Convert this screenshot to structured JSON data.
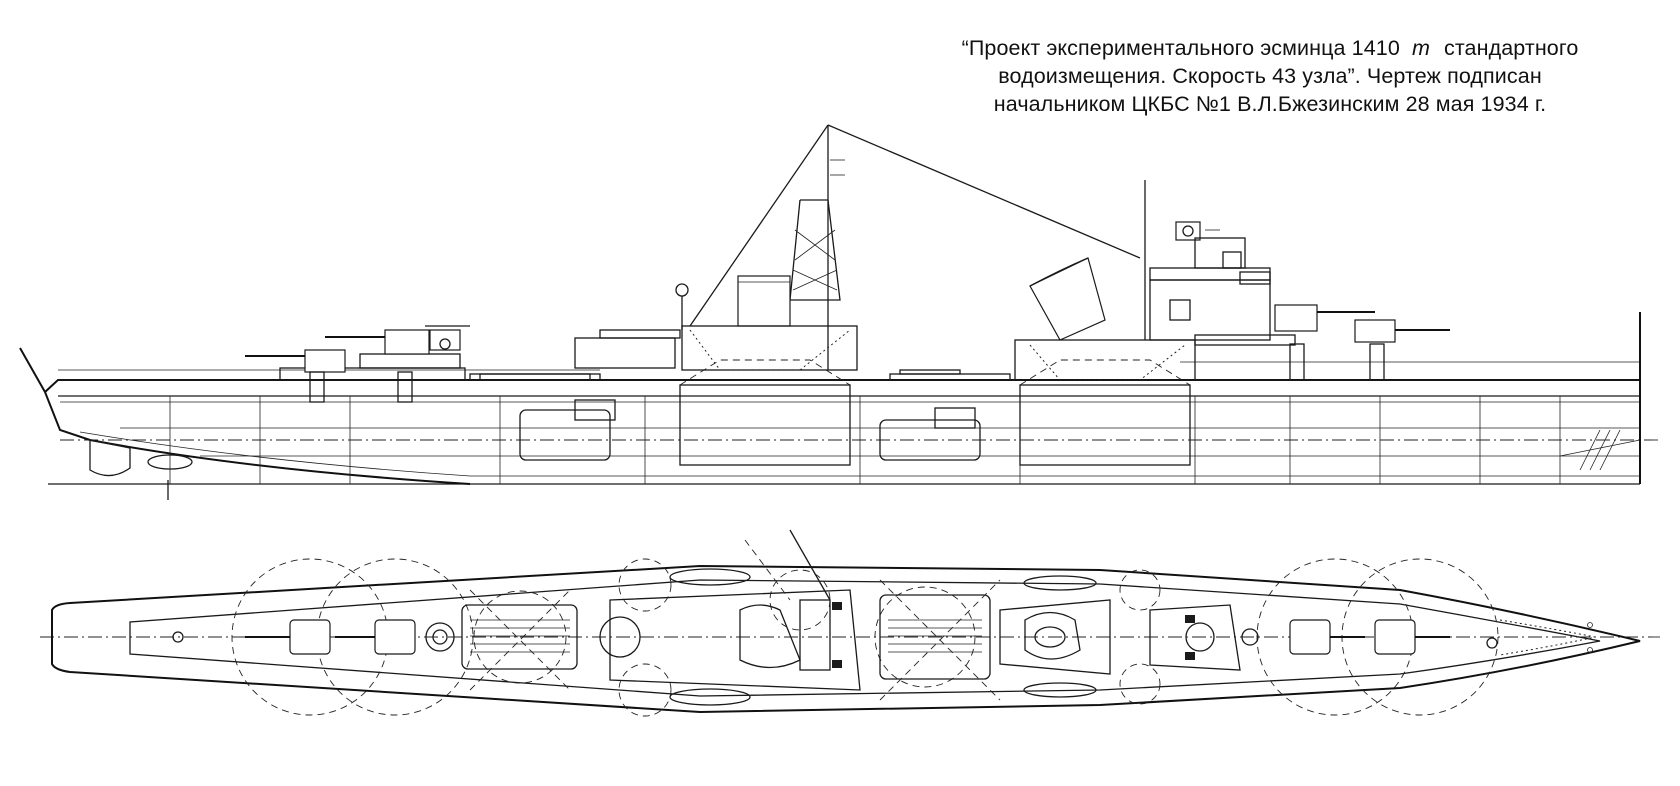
{
  "caption": {
    "line1_a": "“Проект экспериментального эсминца 1410",
    "line1_unit": "т",
    "line1_b": "стандартного",
    "line2": "водоизмещения. Скорость 43 узла”. Чертеж подписан",
    "line3": "начальником ЦКБС №1 В.Л.Бжезинским 28 мая 1934 г."
  },
  "views": {
    "side": "side-elevation",
    "plan": "plan-view"
  },
  "colors": {
    "ink": "#1a1a1a",
    "paper": "#ffffff"
  }
}
